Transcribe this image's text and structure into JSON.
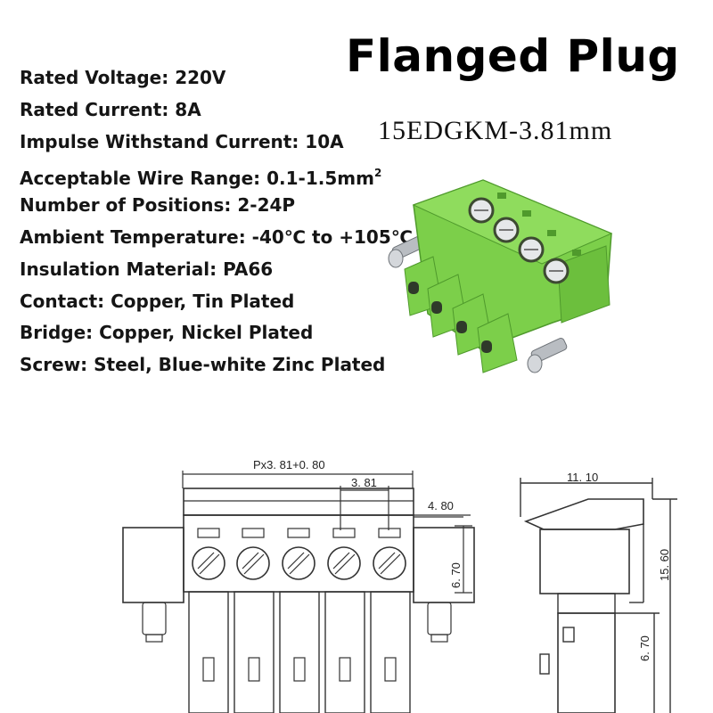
{
  "header": {
    "title": "Flanged Plug",
    "model": "15EDGKM-3.81mm"
  },
  "specs": [
    {
      "label": "Rated Voltage",
      "value": "220V"
    },
    {
      "label": "Rated Current",
      "value": "8A"
    },
    {
      "label": "Impulse Withstand Current",
      "value": "10A"
    },
    {
      "label": "Acceptable Wire Range",
      "value": "0.1-1.5mm",
      "sup": "2"
    },
    {
      "label": "Number of Positions",
      "value": "2-24P"
    },
    {
      "label": "Ambient Temperature",
      "value": "-40℃ to +105℃"
    },
    {
      "label": "Insulation Material",
      "value": "PA66"
    },
    {
      "label": "Contact",
      "value": "Copper, Tin Plated"
    },
    {
      "label": "Bridge",
      "value": "Copper, Nickel Plated"
    },
    {
      "label": "Screw",
      "value": "Steel, Blue-white Zinc Plated"
    }
  ],
  "colors": {
    "plug_green": "#7ccf4a",
    "plug_shadow": "#4f9a2c",
    "line": "#333333"
  },
  "drawing": {
    "front_view": {
      "total_width": "Px3. 81+0. 80",
      "pitch": "3. 81",
      "flange_depth": "4. 80",
      "height": "6. 70"
    },
    "side_view": {
      "depth": "11. 10",
      "height": "15. 60",
      "lower": "6. 70"
    }
  }
}
